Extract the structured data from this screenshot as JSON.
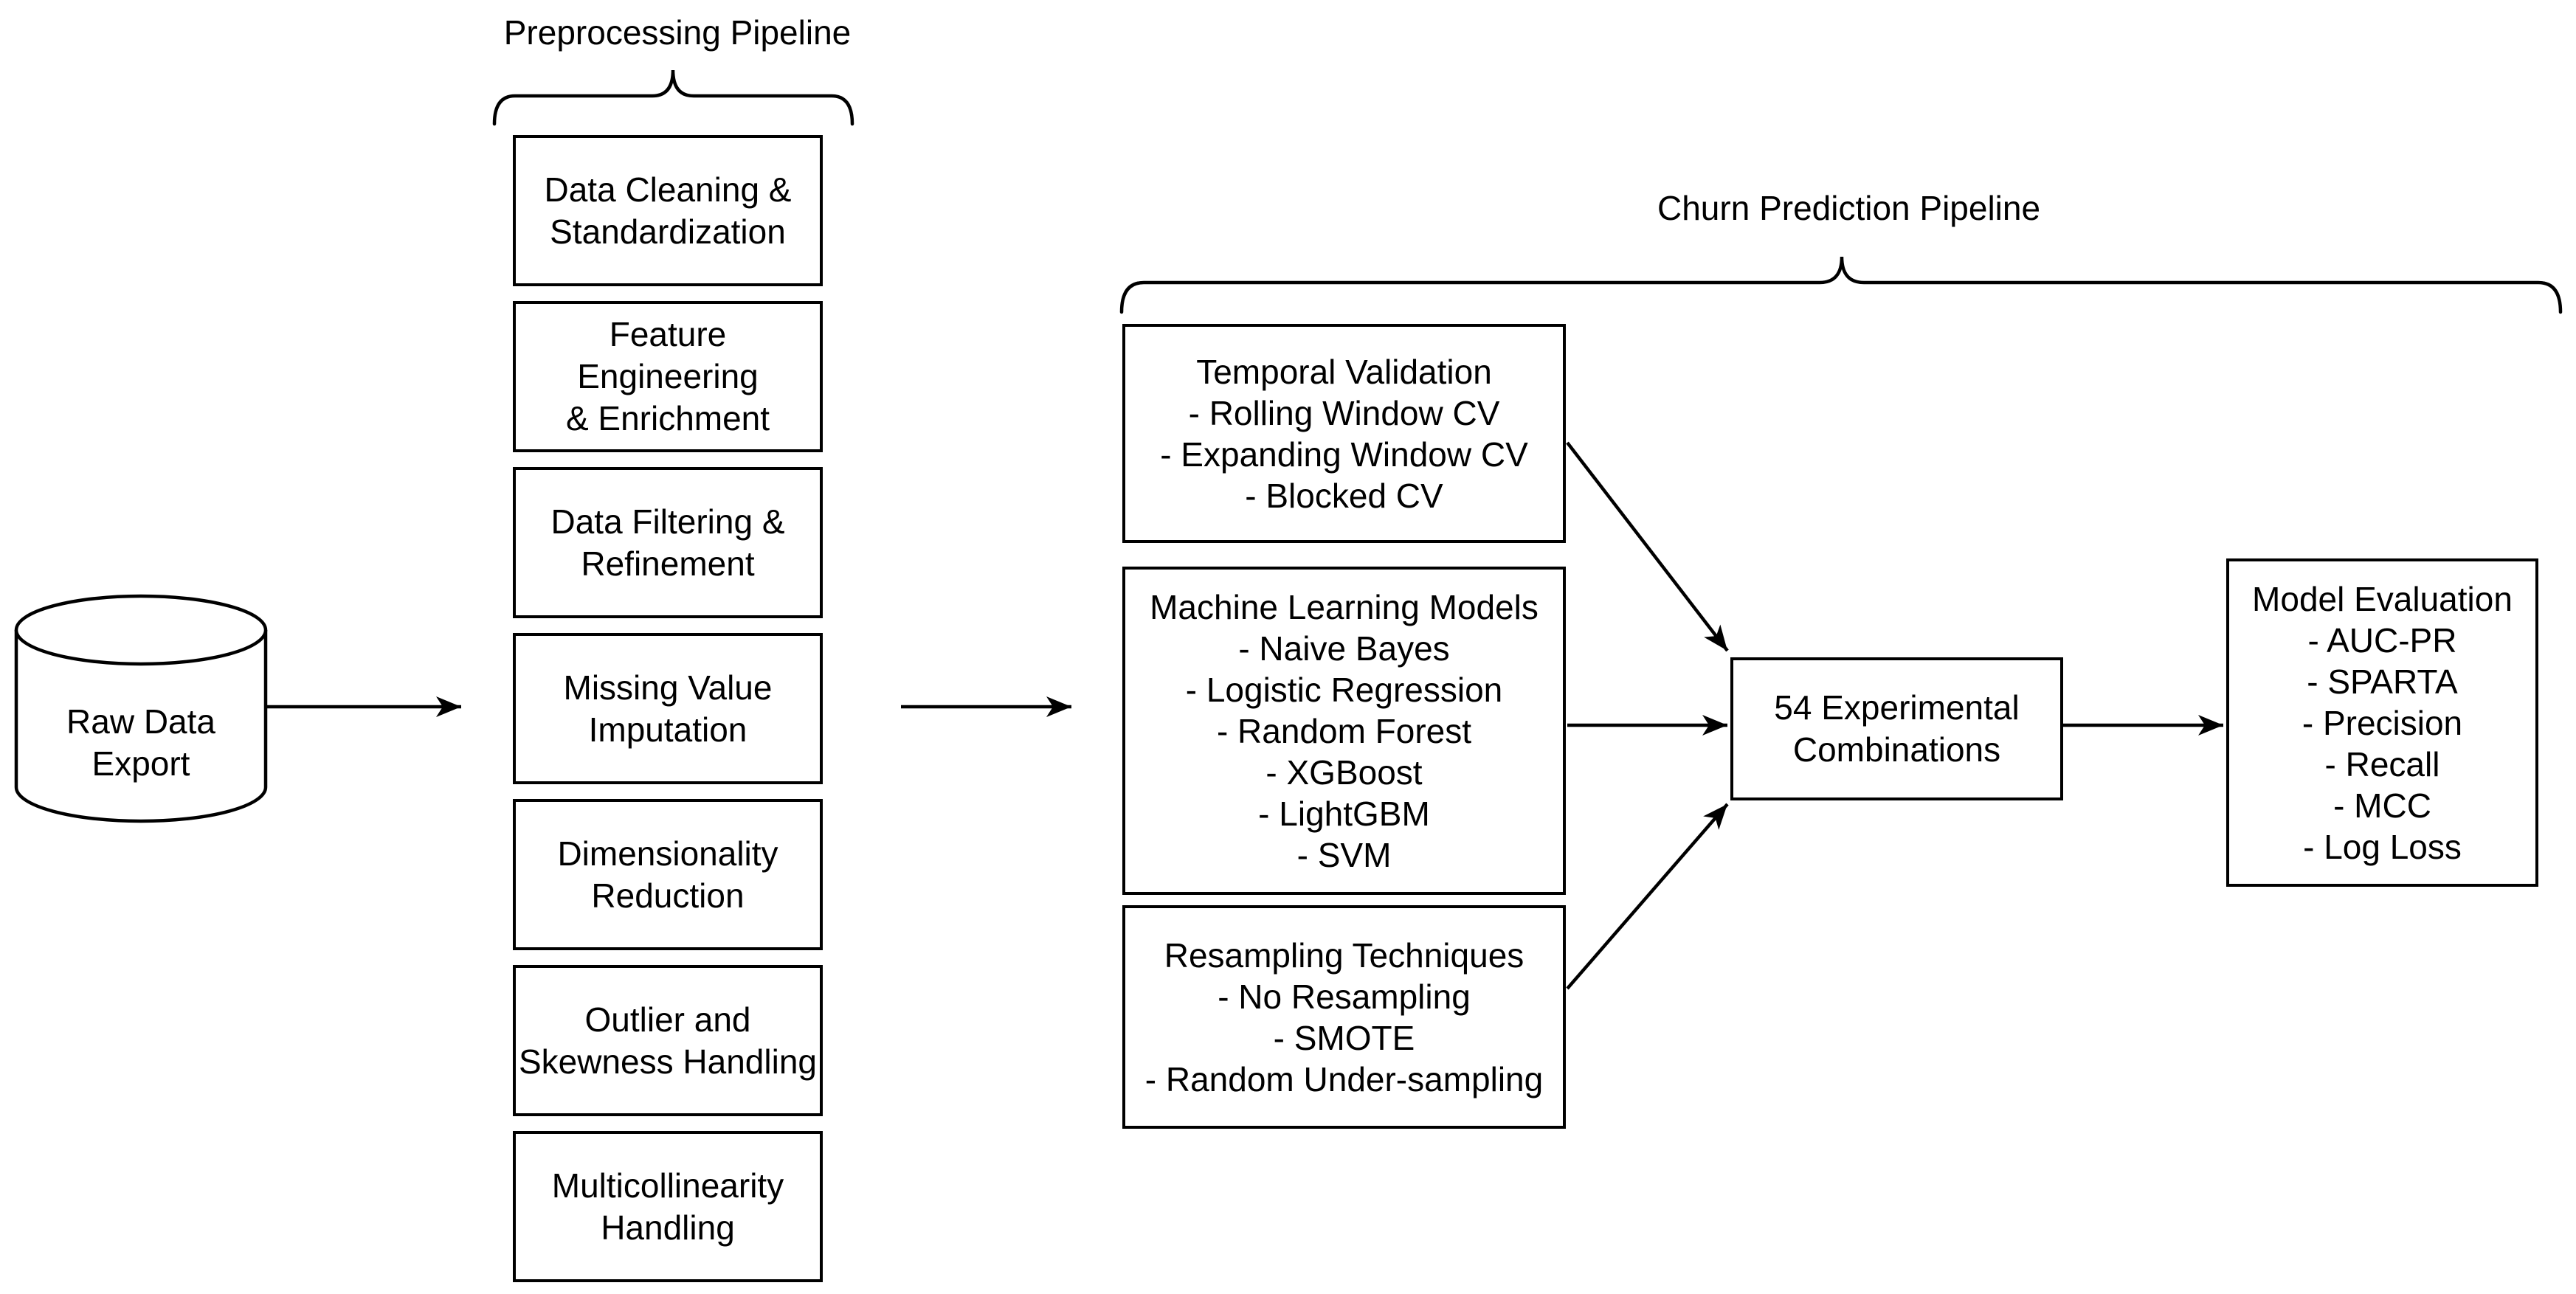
{
  "canvas": {
    "background": "#ffffff",
    "stroke_color": "#000000",
    "text_color": "#000000"
  },
  "section_labels": {
    "preprocessing": "Preprocessing Pipeline",
    "churn": "Churn Prediction Pipeline"
  },
  "source": {
    "label": "Raw Data\nExport"
  },
  "preprocessing_steps": [
    "Data Cleaning &\nStandardization",
    "Feature Engineering\n& Enrichment",
    "Data Filtering &\nRefinement",
    "Missing Value\nImputation",
    "Dimensionality\nReduction",
    "Outlier and\nSkewness Handling",
    "Multicollinearity\nHandling"
  ],
  "churn_pipeline": {
    "temporal_validation": {
      "title": "Temporal Validation",
      "items": [
        "- Rolling Window CV",
        "- Expanding Window CV",
        "- Blocked CV"
      ]
    },
    "ml_models": {
      "title": "Machine Learning Models",
      "items": [
        "- Naive Bayes",
        "- Logistic Regression",
        "- Random Forest",
        "- XGBoost",
        "- LightGBM",
        "- SVM"
      ]
    },
    "resampling": {
      "title": "Resampling Techniques",
      "items": [
        "- No Resampling",
        "- SMOTE",
        "- Random Under-sampling"
      ]
    },
    "combinations": {
      "label": "54 Experimental\nCombinations"
    },
    "evaluation": {
      "title": "Model Evaluation",
      "items": [
        "- AUC-PR",
        "- SPARTA",
        "- Precision",
        "- Recall",
        "- MCC",
        "- Log Loss"
      ]
    }
  }
}
